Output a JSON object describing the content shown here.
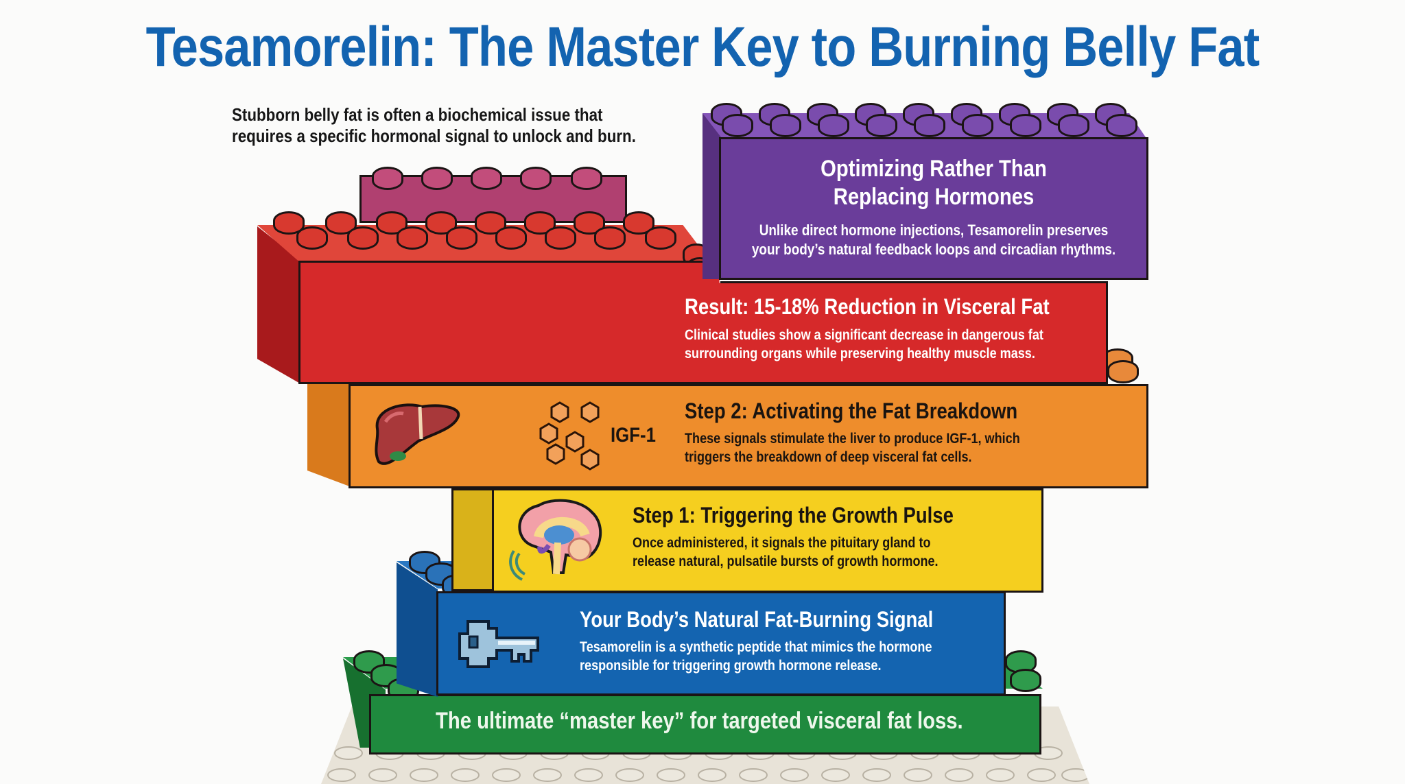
{
  "title": "Tesamorelin: The Master Key to Burning Belly Fat",
  "intro": {
    "line1": "Stubborn belly fat is often a biochemical issue that",
    "line2": "requires a specific hormonal signal to unlock and burn."
  },
  "colors": {
    "title_blue": "#1363b0",
    "purple": "#6a3d9a",
    "magenta": "#b04070",
    "red": "#d6292a",
    "orange": "#ee8d2c",
    "yellow": "#f5cf1f",
    "blue": "#1464b0",
    "green": "#1f8a3e",
    "baseplate": "#e6e1d6"
  },
  "blocks": {
    "purple": {
      "heading_line1": "Optimizing Rather Than",
      "heading_line2": "Replacing Hormones",
      "body_line1": "Unlike direct hormone injections, Tesamorelin preserves",
      "body_line2": "your body’s natural feedback loops and circadian rhythms."
    },
    "red": {
      "heading": "Result: 15-18% Reduction in Visceral Fat",
      "body_line1": "Clinical studies show a significant decrease in dangerous fat",
      "body_line2": "surrounding organs while preserving healthy muscle mass."
    },
    "orange": {
      "icon_label": "IGF-1",
      "heading": "Step 2: Activating the Fat Breakdown",
      "body_line1": "These signals stimulate the liver to produce IGF-1, which",
      "body_line2": "triggers the breakdown of deep visceral fat cells."
    },
    "yellow": {
      "heading": "Step 1: Triggering the Growth Pulse",
      "body_line1": "Once administered, it signals the pituitary gland to",
      "body_line2": "release natural, pulsatile bursts of growth hormone."
    },
    "blue": {
      "heading": "Your Body’s Natural Fat-Burning Signal",
      "body_line1": "Tesamorelin is a synthetic peptide that mimics the hormone",
      "body_line2": "responsible for triggering growth hormone release."
    },
    "green": {
      "caption": "The ultimate “master key” for targeted visceral fat loss."
    }
  },
  "icons": {
    "orange": [
      "liver-icon",
      "igf1-molecules-icon"
    ],
    "yellow": [
      "brain-icon"
    ],
    "blue": [
      "key-icon"
    ]
  }
}
